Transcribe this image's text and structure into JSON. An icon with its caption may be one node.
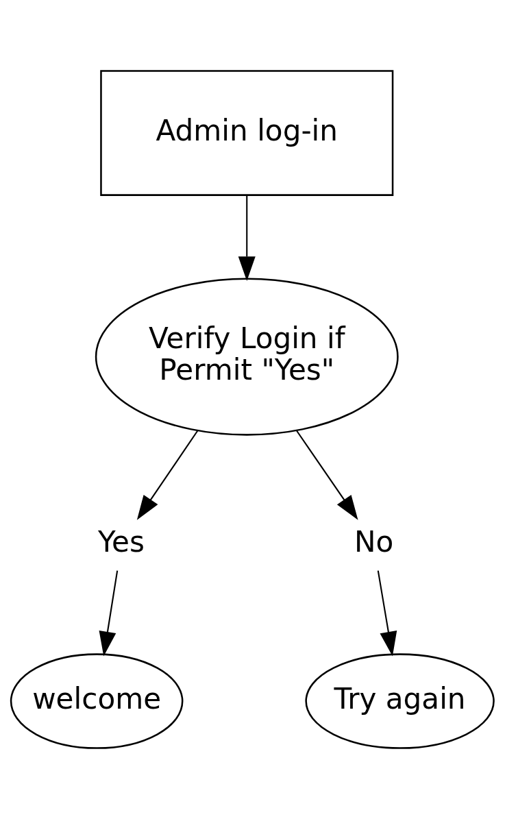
{
  "diagram": {
    "nodes": [
      {
        "text": [
          "Admin log-in"
        ]
      },
      {
        "text": [
          "Verify Login if Permit \"Yes\""
        ]
      },
      {
        "text": [
          "Yes"
        ]
      },
      {
        "text": [
          "No"
        ]
      },
      {
        "text": [
          "welcome"
        ]
      },
      {
        "text": [
          "Try again"
        ]
      }
    ],
    "edges": [
      {
        "from": 0,
        "to": 1,
        "arrow": "to"
      },
      {
        "from": 1,
        "to": 2,
        "arrow": "to"
      },
      {
        "from": 1,
        "to": 3,
        "arrow": "to"
      },
      {
        "from": 2,
        "to": 4,
        "arrow": "to"
      },
      {
        "from": 3,
        "to": 5,
        "arrow": "to"
      }
    ]
  }
}
